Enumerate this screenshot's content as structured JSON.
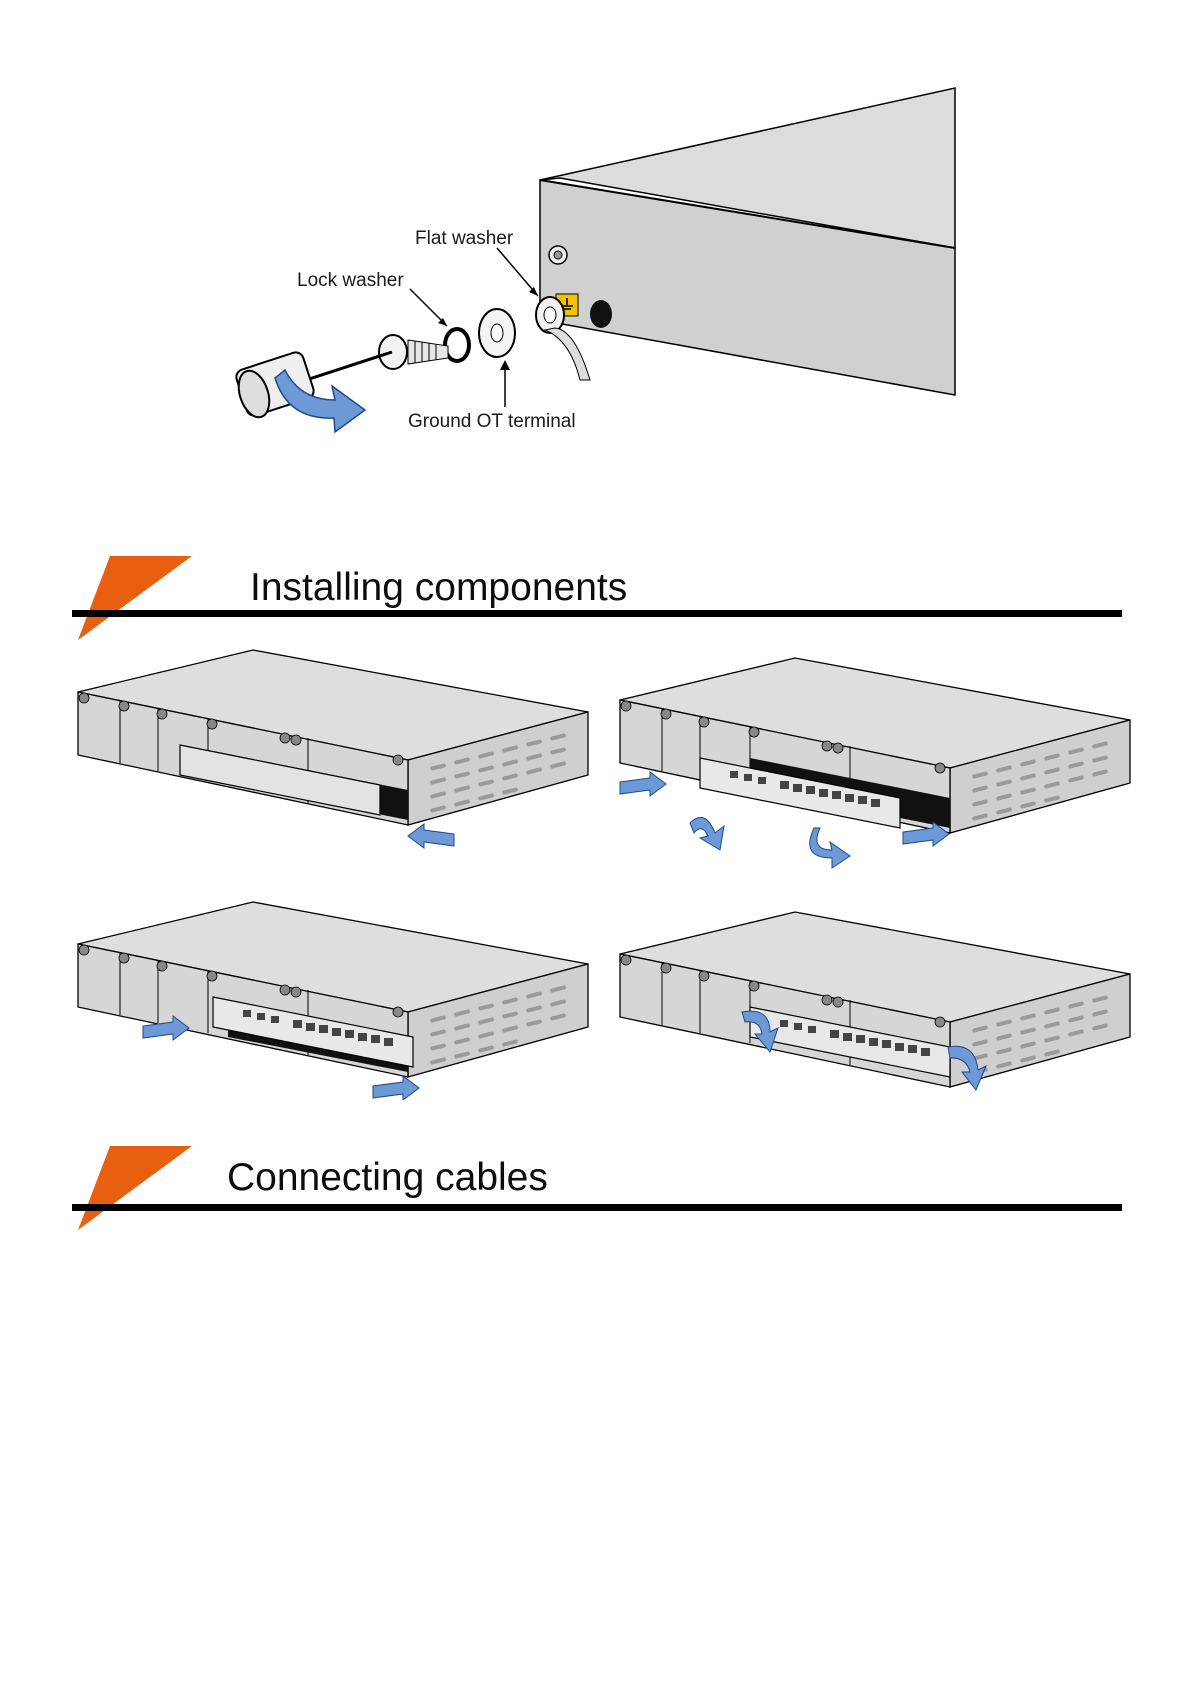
{
  "grounding_figure": {
    "labels": {
      "flat_washer": "Flat washer",
      "lock_washer": "Lock washer",
      "ground_ot_terminal": "Ground OT terminal"
    }
  },
  "sections": [
    {
      "title": "Installing components"
    },
    {
      "title": "Connecting cables"
    }
  ],
  "colors": {
    "accent_orange": "#e8600f",
    "arrow_blue": "#6d9ad6",
    "chassis_gray": "#d2d2d2",
    "rule_black": "#000000"
  },
  "icons": [
    "screwdriver-icon",
    "rotate-arrow-icon",
    "ground-symbol-icon",
    "push-arrow-icon"
  ]
}
